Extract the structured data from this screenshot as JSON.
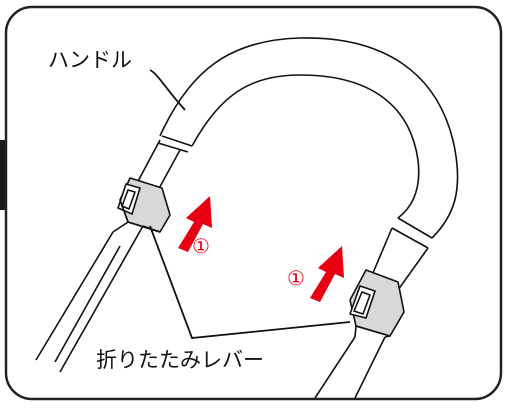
{
  "labels": {
    "handle": "ハンドル",
    "fold_lever": "折りたたみレバー"
  },
  "steps": {
    "left_number": "①",
    "right_number": "①"
  },
  "colors": {
    "arrow": "#e60012",
    "outline": "#111111",
    "lever_fill": "#d8d8d8",
    "frame": "#222222",
    "tab": "#1a1a1a"
  },
  "icons": {
    "arrow": "up-right-arrow"
  }
}
